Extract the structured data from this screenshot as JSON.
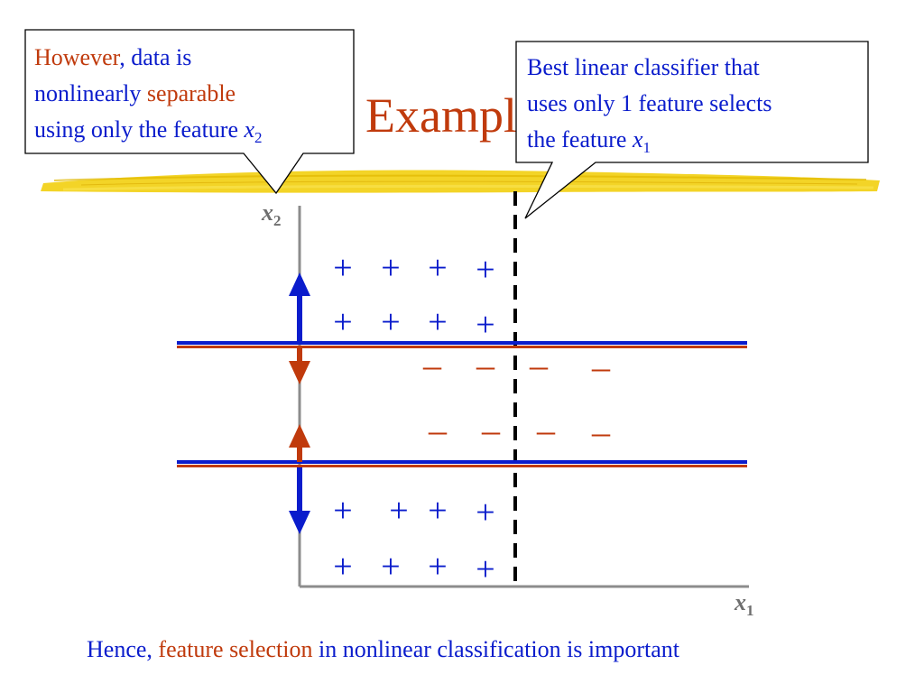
{
  "title": {
    "text": "Example"
  },
  "callout_left": {
    "line1_red": "However",
    "line1_blue": ", data is",
    "line2_blue": "nonlinearly ",
    "line2_red": "separable",
    "line3_blue": "using only the feature ",
    "var": "x",
    "sub": "2"
  },
  "callout_right": {
    "line1": "Best linear classifier that",
    "line2": "uses only 1 feature selects",
    "line3": "the feature ",
    "var": "x",
    "sub": "1"
  },
  "axes": {
    "x_var": "x",
    "x_sub": "1",
    "y_var": "x",
    "y_sub": "2"
  },
  "symbols": {
    "plus": "+",
    "minus": "–"
  },
  "footer": {
    "part1": "Hence, ",
    "part2": "feature selection",
    "part3": " in nonlinear classification is important"
  },
  "colors": {
    "blue": "#0a1ccc",
    "red": "#c03a0c",
    "axis_gray": "#8c8c8c",
    "black": "#000000",
    "highlighter": "#f2cf0f"
  }
}
